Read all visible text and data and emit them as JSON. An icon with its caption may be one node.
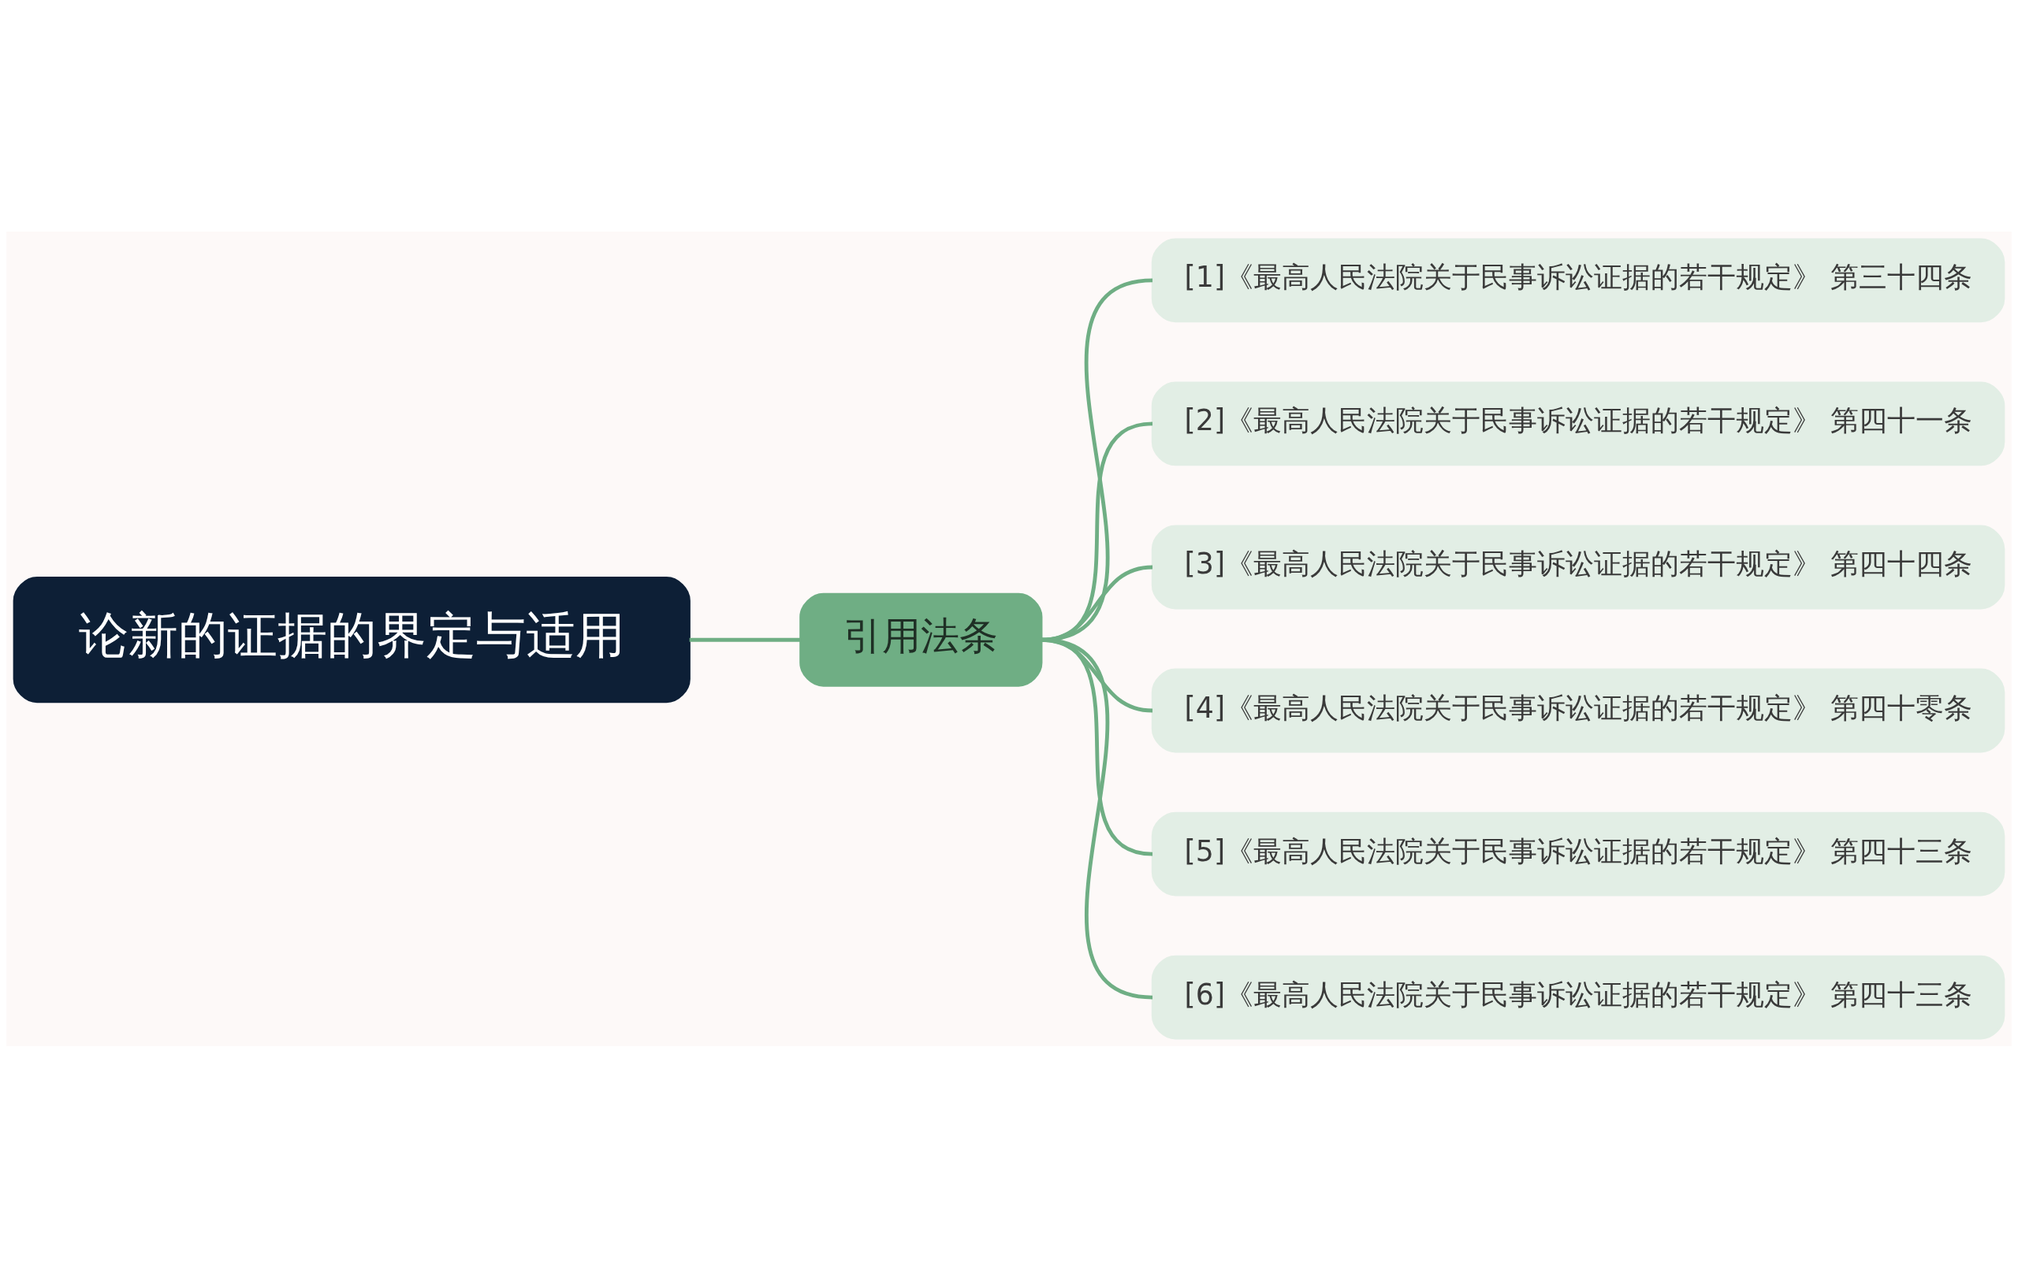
{
  "diagram": {
    "nodes": [
      {
        "text": [
          "论新的证据的界定与适用"
        ]
      },
      {
        "text": [
          "引用法条"
        ]
      },
      {
        "text": [
          "[1]《最高人民法院关于民事诉讼证据的若干规定》 第三十四条"
        ]
      },
      {
        "text": [
          "[2]《最高人民法院关于民事诉讼证据的若干规定》 第四十一条"
        ]
      },
      {
        "text": [
          "[3]《最高人民法院关于民事诉讼证据的若干规定》 第四十四条"
        ]
      },
      {
        "text": [
          "[4]《最高人民法院关于民事诉讼证据的若干规定》 第四十零条"
        ]
      },
      {
        "text": [
          "[5]《最高人民法院关于民事诉讼证据的若干规定》 第四十三条"
        ]
      },
      {
        "text": [
          "[6]《最高人民法院关于民事诉讼证据的若干规定》 第四十三条"
        ]
      }
    ],
    "edges": [
      {
        "from": 0,
        "to": 1,
        "arrow": "none"
      },
      {
        "from": 1,
        "to": 2,
        "arrow": "none"
      },
      {
        "from": 1,
        "to": 3,
        "arrow": "none"
      },
      {
        "from": 1,
        "to": 4,
        "arrow": "none"
      },
      {
        "from": 1,
        "to": 5,
        "arrow": "none"
      },
      {
        "from": 1,
        "to": 6,
        "arrow": "none"
      },
      {
        "from": 1,
        "to": 7,
        "arrow": "none"
      }
    ]
  }
}
